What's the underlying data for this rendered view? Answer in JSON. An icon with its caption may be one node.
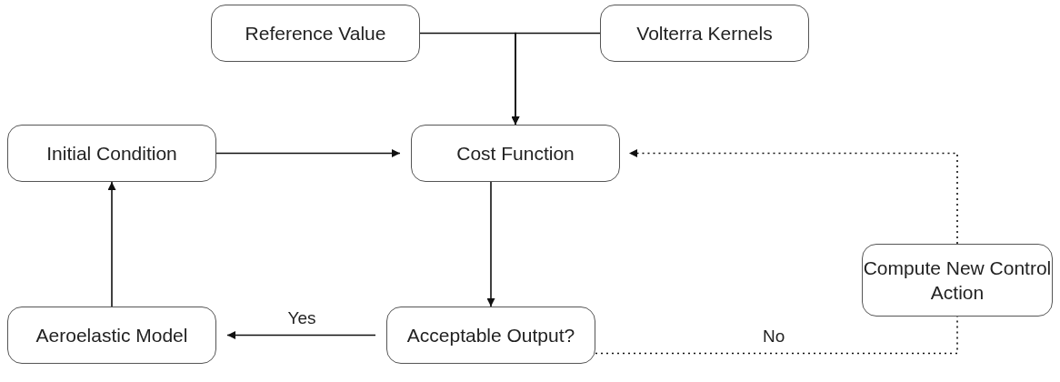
{
  "diagram": {
    "nodes": [
      {
        "text": [
          "Reference Value"
        ]
      },
      {
        "text": [
          "Volterra Kernels"
        ]
      },
      {
        "text": [
          "Initial Condition"
        ]
      },
      {
        "text": [
          "Cost Function"
        ]
      },
      {
        "text": [
          "Compute New Control Action"
        ]
      },
      {
        "text": [
          "Aeroelastic Model"
        ]
      },
      {
        "text": [
          "Acceptable Output?"
        ]
      }
    ],
    "edges": [
      {
        "from": 0,
        "to": 3,
        "arrow": "to"
      },
      {
        "from": 1,
        "to": 3,
        "arrow": "to"
      },
      {
        "from": 2,
        "to": 3,
        "arrow": "to"
      },
      {
        "from": 3,
        "to": 6,
        "arrow": "to"
      },
      {
        "from": 6,
        "to": 5,
        "arrow": "to",
        "label": "Yes"
      },
      {
        "from": 5,
        "to": 2,
        "arrow": "to"
      },
      {
        "from": 6,
        "to": 4,
        "arrow": "none",
        "label": "No",
        "style": "dashed"
      },
      {
        "from": 4,
        "to": 3,
        "arrow": "to",
        "style": "dashed"
      }
    ]
  }
}
